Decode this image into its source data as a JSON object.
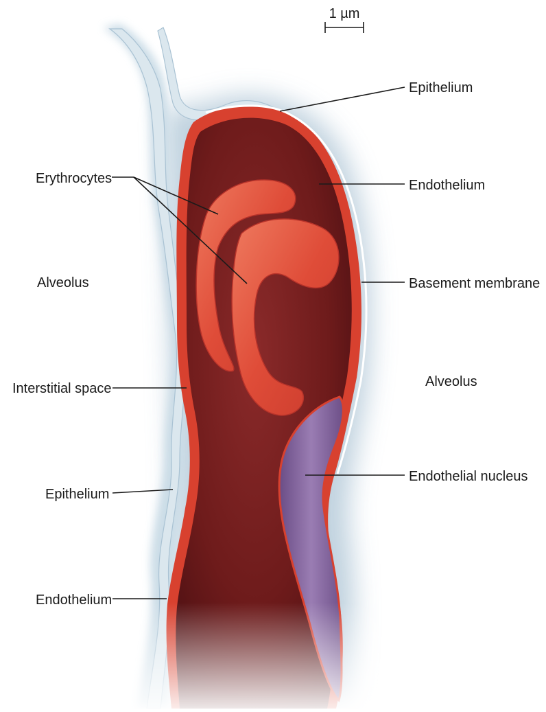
{
  "scale_bar": {
    "label": "1 µm"
  },
  "labels": {
    "epithelium_right": "Epithelium",
    "endothelium_right": "Endothelium",
    "basement_membrane": "Basement membrane",
    "alveolus_right": "Alveolus",
    "endothelial_nucleus": "Endothelial nucleus",
    "erythrocytes": "Erythrocytes",
    "alveolus_left": "Alveolus",
    "interstitial_space": "Interstitial space",
    "epithelium_left": "Epithelium",
    "endothelium_left": "Endothelium"
  },
  "colors": {
    "alveolar_haze": "#c8d7e2",
    "epithelium": "#dbe7ee",
    "capillary_lumen": "#6e1b1b",
    "endothelium": "#d8412f",
    "erythrocyte": "#e2503b",
    "nucleus": "#7f5e98"
  }
}
